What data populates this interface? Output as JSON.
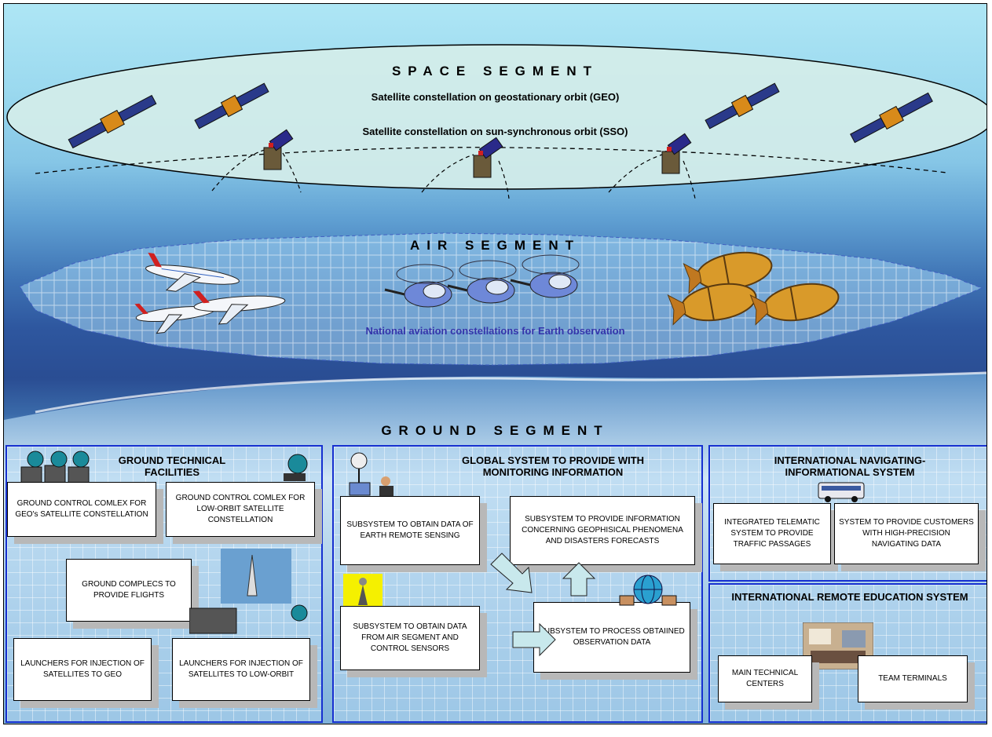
{
  "space": {
    "title": "SPACE SEGMENT",
    "geo_label": "Satellite constellation on geostationary orbit (GEO)",
    "sso_label": "Satellite constellation on sun-synchronous orbit (SSO)"
  },
  "air": {
    "title": "AIR SEGMENT",
    "caption": "National aviation constellations for Earth observation"
  },
  "ground": {
    "title": "GROUND SEGMENT",
    "technical": {
      "title": "GROUND TECHNICAL FACILITIES",
      "geo_complex": "GROUND CONTROL COMLEX FOR GEO's SATELLITE CONSTELLATION",
      "lowo_complex": "GROUND CONTROL COMLEX FOR LOW-ORBIT SATELLITE CONSTELLATION",
      "flights": "GROUND COMPLECS TO PROVIDE FLIGHTS",
      "launch_geo": "LAUNCHERS FOR INJECTION OF SATELLITES TO GEO",
      "launch_low": "LAUNCHERS FOR INJECTION OF SATELLITES TO LOW-ORBIT"
    },
    "global": {
      "title": "GLOBAL SYSTEM TO PROVIDE WITH MONITORING INFORMATION",
      "remote_sensing": "SUBSYSTEM TO OBTAIN DATA OF EARTH REMOTE SENSING",
      "forecasts": "SUBSYSTEM TO PROVIDE INFORMATION CONCERNING GEOPHISICAL PHENOMENA AND DISASTERS FORECASTS",
      "air_sensors": "SUBSYSTEM TO OBTAIN DATA FROM AIR SEGMENT AND CONTROL SENSORS",
      "process": "SUBSYSTEM TO PROCESS OBTAIINED OBSERVATION DATA"
    },
    "navigating": {
      "title": "INTERNATIONAL NAVIGATING-INFORMATIONAL SYSTEM",
      "telematic": "INTEGRATED TELEMATIC SYSTEM TO PROVIDE TRAFFIC PASSAGES",
      "precision": "SYSTEM TO PROVIDE CUSTOMERS WITH HIGH-PRECISION NAVIGATING DATA"
    },
    "education": {
      "title": "INTERNATIONAL REMOTE EDUCATION SYSTEM",
      "centers": "MAIN TECHNICAL CENTERS",
      "terminals": "TEAM TERMINALS"
    }
  },
  "colors": {
    "panel_border": "#1630d0",
    "air_caption": "#3333aa",
    "frame": "#000000"
  }
}
